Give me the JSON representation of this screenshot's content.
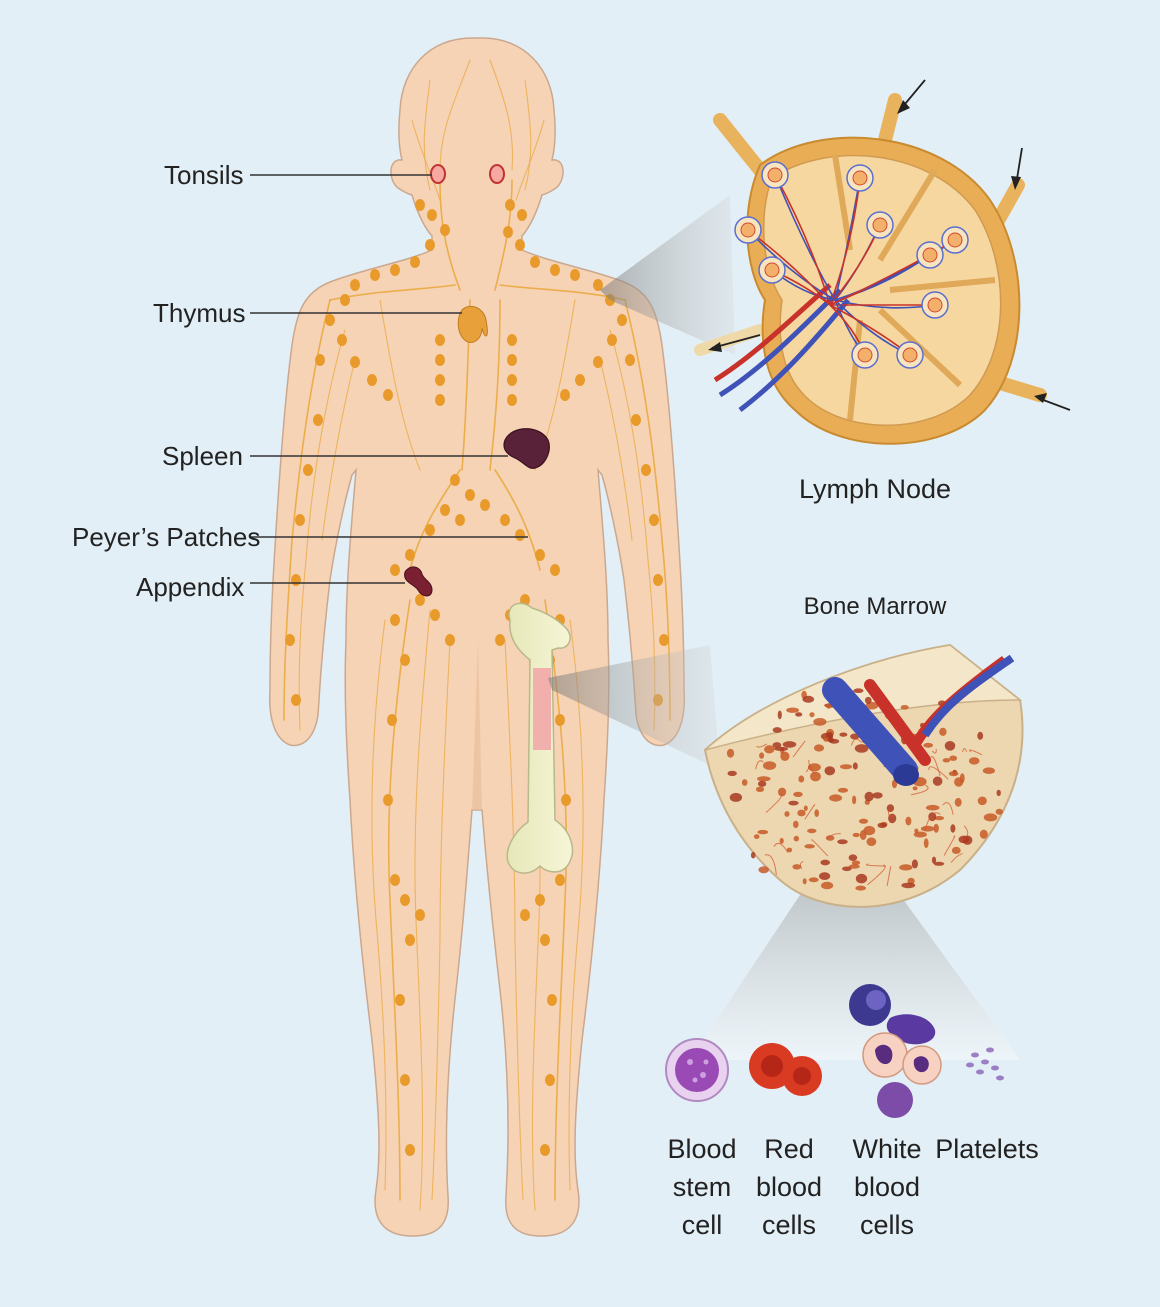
{
  "diagram": {
    "labels": {
      "tonsils": "Tonsils",
      "thymus": "Thymus",
      "spleen": "Spleen",
      "peyers_patches": "Peyer’s Patches",
      "appendix": "Appendix",
      "lymph_node": "Lymph Node",
      "bone_marrow": "Bone Marrow"
    },
    "cell_labels": {
      "stem": [
        "Blood",
        "stem",
        "cell"
      ],
      "red": [
        "Red",
        "blood",
        "cells"
      ],
      "white": [
        "White",
        "blood",
        "cells"
      ],
      "platelets": [
        "Platelets"
      ]
    },
    "colors": {
      "background": "#e3eff6",
      "body_fill": "#f6d3b5",
      "lymph_vessel": "#eaa73a",
      "lymph_node_fill": "#f3c47a",
      "artery": "#c8322a",
      "vein": "#3f52b8",
      "spleen": "#5a2238"
    }
  }
}
